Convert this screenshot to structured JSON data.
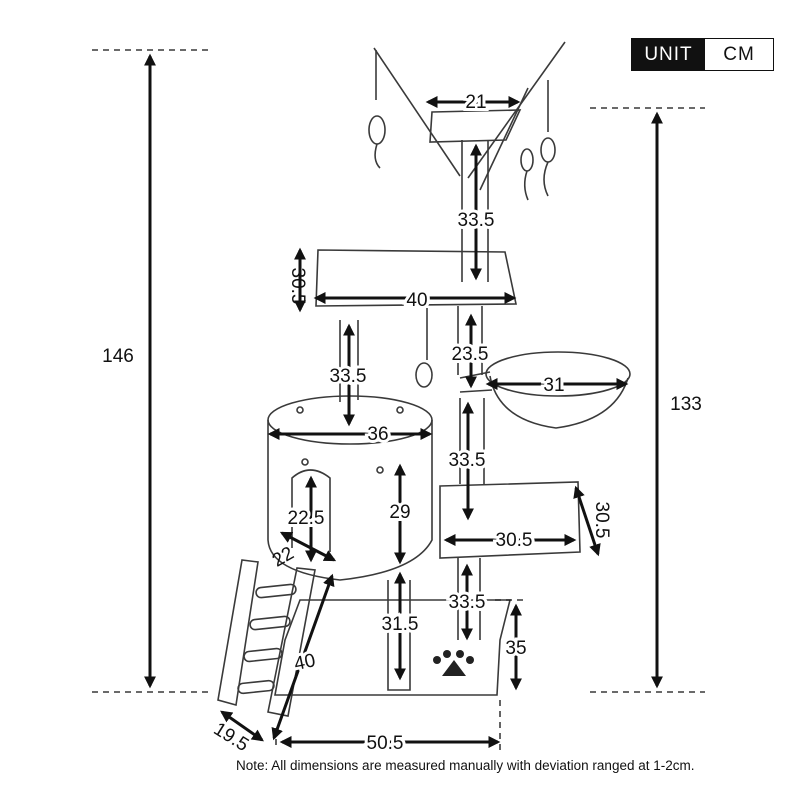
{
  "unit": {
    "label": "UNIT",
    "value": "CM"
  },
  "note": "Note: All dimensions are measured manually with deviation ranged at 1-2cm.",
  "dimensions": {
    "total_height": "146",
    "right_height": "133",
    "top_perch_width": "21",
    "top_post": "33.5",
    "upper_platform_depth": "30.5",
    "upper_platform_width": "40",
    "left_post": "33.5",
    "right_upper_post": "23.5",
    "basket_width": "31",
    "condo_width": "36",
    "condo_height": "29",
    "condo_door_height": "22.5",
    "condo_door_width": "22",
    "middle_post": "33.5",
    "side_platform_width": "30.5",
    "side_platform_depth": "30.5",
    "lower_post": "33.5",
    "condo_post": "31.5",
    "bottom_right_height": "35",
    "ladder_length": "40",
    "ladder_width": "19.5",
    "base_width": "50.5"
  }
}
